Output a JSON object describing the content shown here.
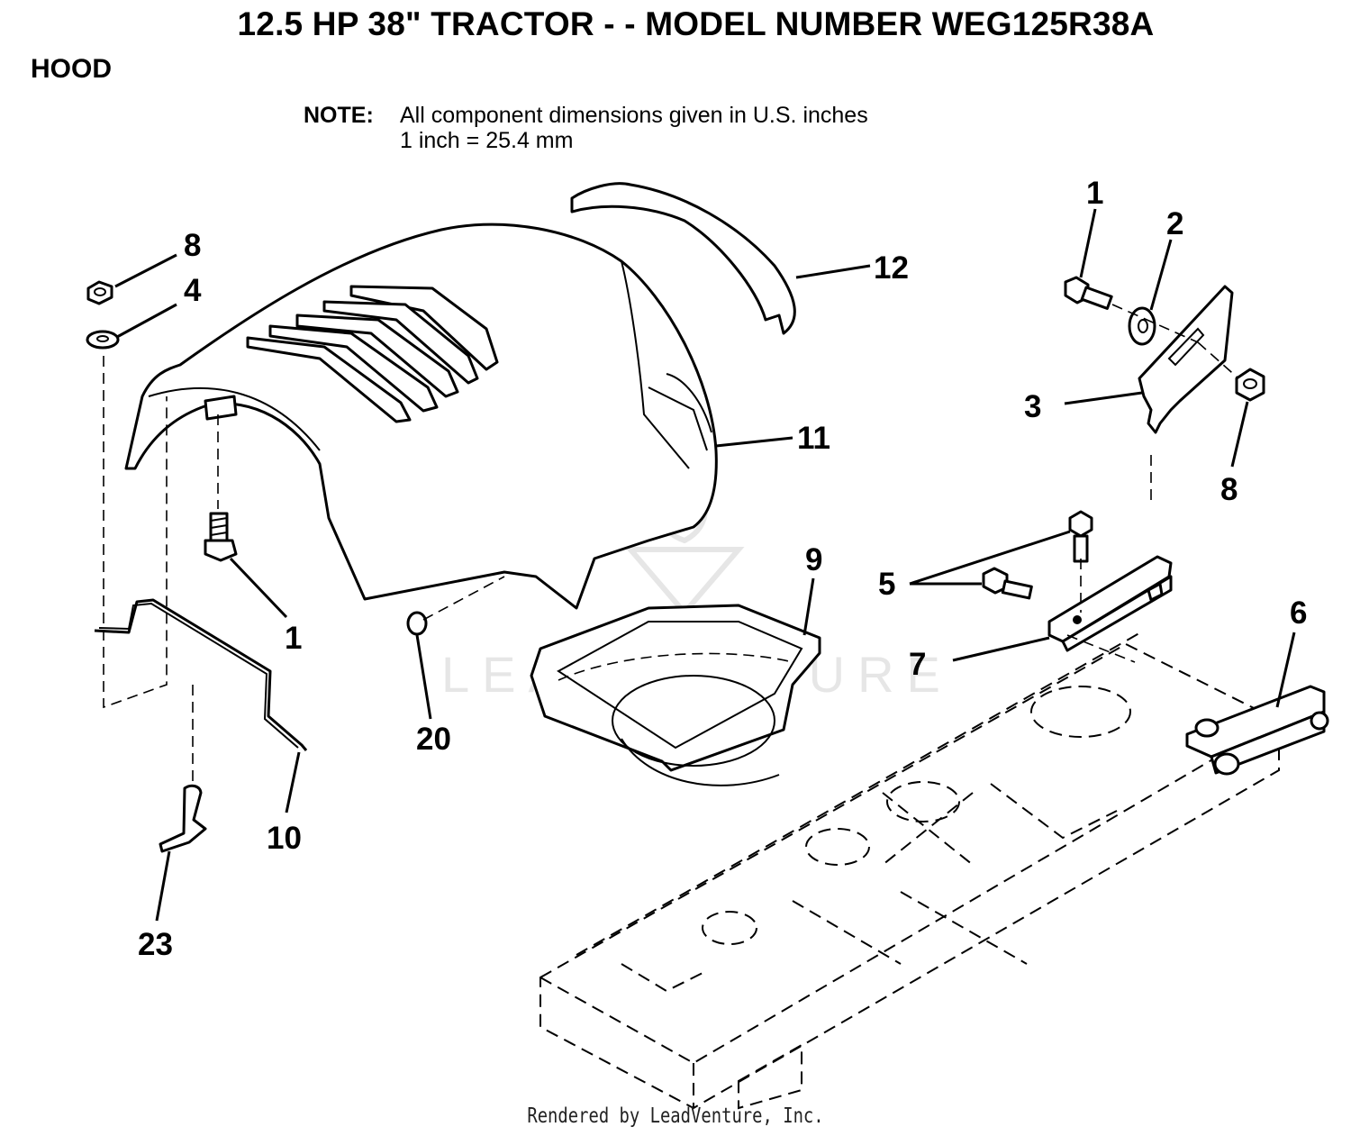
{
  "header": {
    "title": "12.5 HP 38\" TRACTOR - - MODEL NUMBER WEG125R38A",
    "section": "HOOD"
  },
  "note": {
    "label": "NOTE:",
    "line1": "All component dimensions given in U.S. inches",
    "line2": "1 inch = 25.4 mm"
  },
  "watermark": "LEADVENTURE",
  "footer": "Rendered by LeadVenture, Inc.",
  "callouts": [
    {
      "id": "c8a",
      "label": "8"
    },
    {
      "id": "c4",
      "label": "4"
    },
    {
      "id": "c12",
      "label": "12"
    },
    {
      "id": "c1a",
      "label": "1"
    },
    {
      "id": "c2",
      "label": "2"
    },
    {
      "id": "c3",
      "label": "3"
    },
    {
      "id": "c8b",
      "label": "8"
    },
    {
      "id": "c11",
      "label": "11"
    },
    {
      "id": "c1b",
      "label": "1"
    },
    {
      "id": "c9",
      "label": "9"
    },
    {
      "id": "c5",
      "label": "5"
    },
    {
      "id": "c6",
      "label": "6"
    },
    {
      "id": "c7",
      "label": "7"
    },
    {
      "id": "c20",
      "label": "20"
    },
    {
      "id": "c10",
      "label": "10"
    },
    {
      "id": "c23",
      "label": "23"
    }
  ]
}
